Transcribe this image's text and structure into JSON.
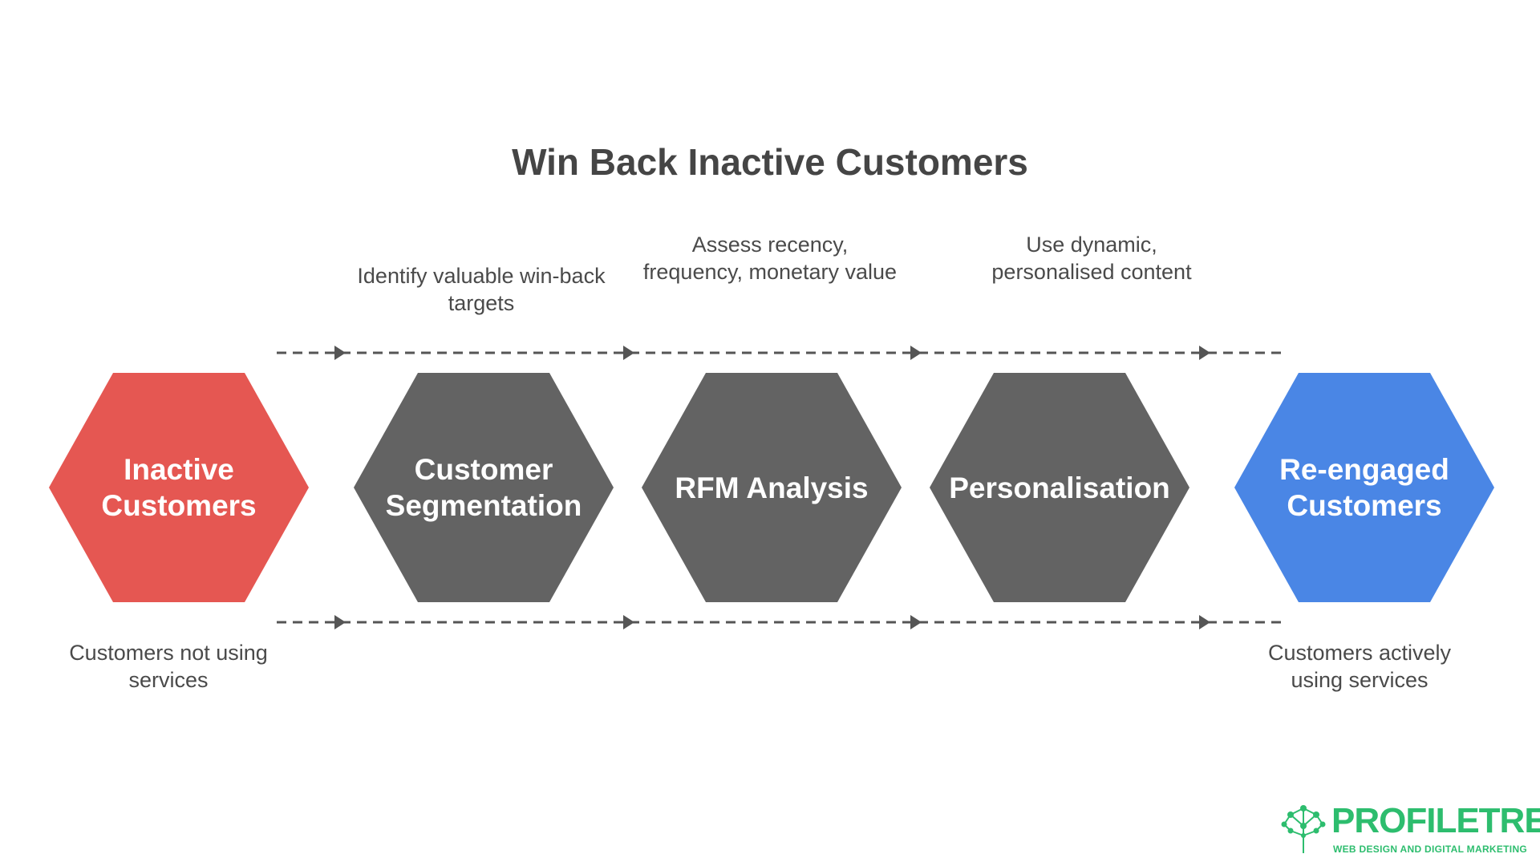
{
  "title": "Win Back Inactive Customers",
  "stages": [
    {
      "label": "Inactive Customers",
      "color": "#e55752"
    },
    {
      "label": "Customer Segmentation",
      "color": "#636363"
    },
    {
      "label": "RFM Analysis",
      "color": "#636363"
    },
    {
      "label": "Personalisation",
      "color": "#636363"
    },
    {
      "label": "Re-engaged Customers",
      "color": "#4a86e5"
    }
  ],
  "top_notes": [
    "Identify valuable win-back targets",
    "Assess recency, frequency, monetary value",
    "Use dynamic, personalised content"
  ],
  "bottom_notes": {
    "start": "Customers not using services",
    "end": "Customers actively using services"
  },
  "colors": {
    "arrow": "#555555",
    "brand": "#2dbd6e"
  },
  "logo": {
    "name": "PROFILETREE",
    "tagline": "WEB DESIGN AND DIGITAL MARKETING"
  }
}
